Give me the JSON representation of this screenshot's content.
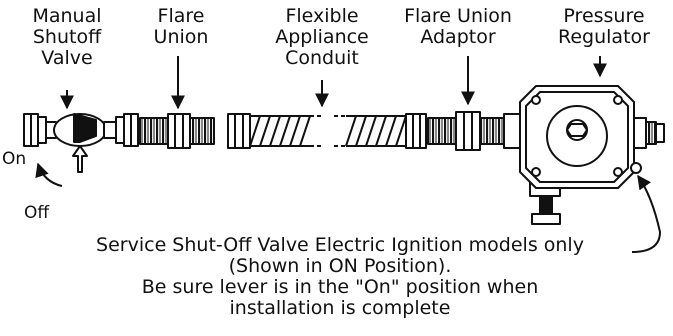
{
  "labels": {
    "manual_shutoff_valve": [
      "Manual",
      "Shutoff",
      "Valve"
    ],
    "flare_union": [
      "Flare",
      "Union"
    ],
    "flexible_appliance_conduit": [
      "Flexible",
      "Appliance",
      "Conduit"
    ],
    "flare_union_adaptor": [
      "Flare Union",
      "Adaptor"
    ],
    "pressure_regulator": [
      "Pressure",
      "Regulator"
    ]
  },
  "valve_states": {
    "on": "On",
    "off": "Off"
  },
  "note": [
    "Service Shut-Off Valve Electric Ignition models only",
    "(Shown in ON Position).",
    "Be sure lever is in the \"On\" position when",
    "installation is complete"
  ]
}
